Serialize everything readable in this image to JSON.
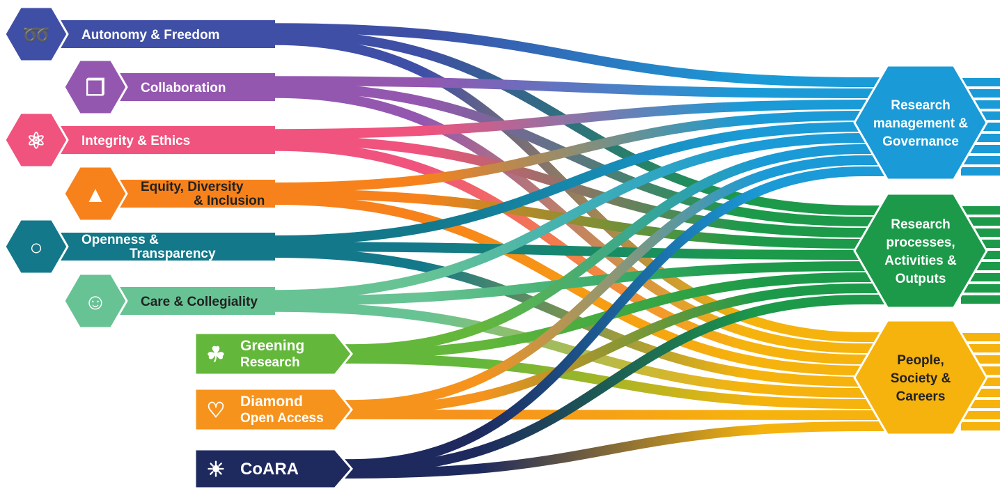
{
  "sources": [
    {
      "id": "autonomy",
      "label_lines": [
        "Autonomy & Freedom"
      ],
      "color": "#3f4fa6",
      "icon": "winding-road-icon",
      "kind": "hex"
    },
    {
      "id": "collaboration",
      "label_lines": [
        "Collaboration"
      ],
      "color": "#9457b0",
      "icon": "puzzle-building-icon",
      "kind": "hex"
    },
    {
      "id": "integrity",
      "label_lines": [
        "Integrity & Ethics"
      ],
      "color": "#f0537d",
      "icon": "hands-atom-icon",
      "kind": "hex"
    },
    {
      "id": "equity",
      "label_lines": [
        "Equity, Diversity",
        "& Inclusion"
      ],
      "color": "#f7821b",
      "icon": "shapes-icon",
      "kind": "hex",
      "dark_text": true
    },
    {
      "id": "openness",
      "label_lines": [
        "Openness &",
        "Transparency"
      ],
      "color": "#13788a",
      "icon": "bubbles-lock-icon",
      "kind": "hex"
    },
    {
      "id": "care",
      "label_lines": [
        "Care & Collegiality"
      ],
      "color": "#67c394",
      "icon": "hand-people-icon",
      "kind": "hex",
      "dark_text": true
    },
    {
      "id": "greening",
      "label_lines": [
        "Greening",
        "Research"
      ],
      "color": "#63b73a",
      "icon": "leaf-icon",
      "kind": "tag"
    },
    {
      "id": "diamond",
      "label_lines": [
        "Diamond",
        "Open Access"
      ],
      "color": "#f6931d",
      "icon": "heart-diamond-icon",
      "kind": "tag"
    },
    {
      "id": "coara",
      "label_lines": [
        "CoARA"
      ],
      "color": "#1e2a5e",
      "icon": "coara-sun-icon",
      "kind": "tag"
    }
  ],
  "targets": [
    {
      "id": "governance",
      "label_lines": [
        "Research",
        "management &",
        "Governance"
      ],
      "color": "#1a9ad6"
    },
    {
      "id": "processes",
      "label_lines": [
        "Research",
        "processes,",
        "Activities &",
        "Outputs"
      ],
      "color": "#1c9a4a"
    },
    {
      "id": "people",
      "label_lines": [
        "People,",
        "Society &",
        "Careers"
      ],
      "color": "#f6b30d",
      "dark_text": true
    }
  ],
  "links": [
    [
      "autonomy",
      "governance"
    ],
    [
      "autonomy",
      "processes"
    ],
    [
      "autonomy",
      "people"
    ],
    [
      "collaboration",
      "governance"
    ],
    [
      "collaboration",
      "processes"
    ],
    [
      "collaboration",
      "people"
    ],
    [
      "integrity",
      "governance"
    ],
    [
      "integrity",
      "processes"
    ],
    [
      "integrity",
      "people"
    ],
    [
      "equity",
      "governance"
    ],
    [
      "equity",
      "processes"
    ],
    [
      "equity",
      "people"
    ],
    [
      "openness",
      "governance"
    ],
    [
      "openness",
      "processes"
    ],
    [
      "openness",
      "people"
    ],
    [
      "care",
      "governance"
    ],
    [
      "care",
      "processes"
    ],
    [
      "care",
      "people"
    ],
    [
      "greening",
      "governance"
    ],
    [
      "greening",
      "processes"
    ],
    [
      "greening",
      "people"
    ],
    [
      "diamond",
      "governance"
    ],
    [
      "diamond",
      "processes"
    ],
    [
      "diamond",
      "people"
    ],
    [
      "coara",
      "governance"
    ],
    [
      "coara",
      "processes"
    ],
    [
      "coara",
      "people"
    ]
  ]
}
